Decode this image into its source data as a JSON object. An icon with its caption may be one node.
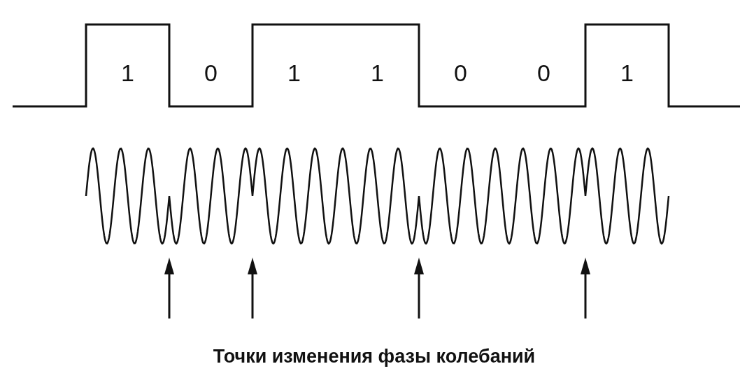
{
  "diagram": {
    "labels": [
      "1",
      "0",
      "1",
      "1",
      "0",
      "0",
      "1",
      "Точки изменения фазы колебаний"
    ]
  }
}
